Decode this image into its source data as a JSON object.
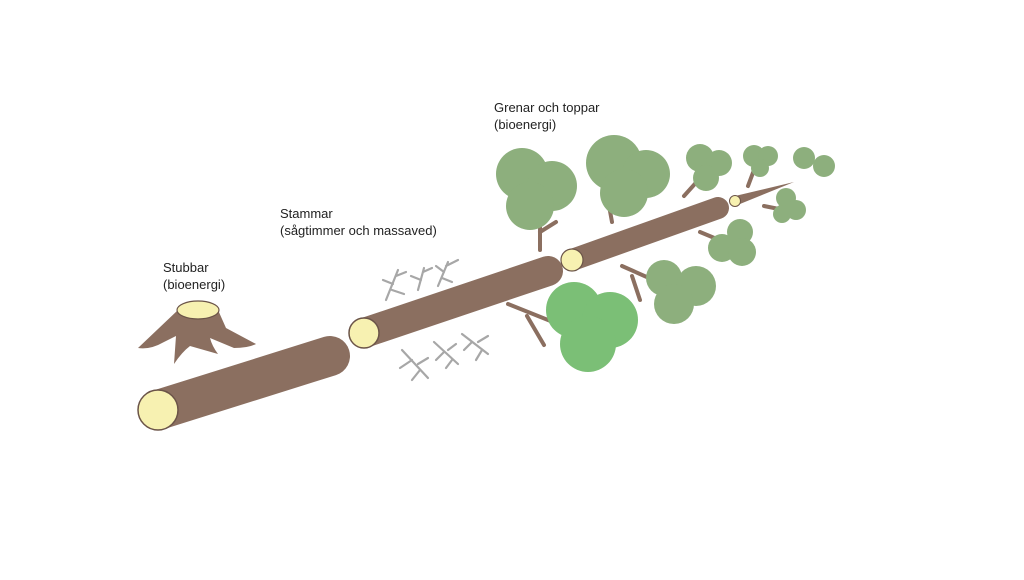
{
  "labels": {
    "stumps": {
      "line1": "Stubbar",
      "line2": "(bioenergi)"
    },
    "stems": {
      "line1": "Stammar",
      "line2": "(sågtimmer och massaved)"
    },
    "branches": {
      "line1": "Grenar och toppar",
      "line2": "(bioenergi)"
    }
  },
  "colors": {
    "bark": "#8b6f60",
    "wood_end": "#f7f1b1",
    "wood_outline": "#6b5448",
    "foliage": "#8daf7d",
    "foliage_bright": "#7bbf76",
    "twig_gray": "#a7a7a7"
  }
}
